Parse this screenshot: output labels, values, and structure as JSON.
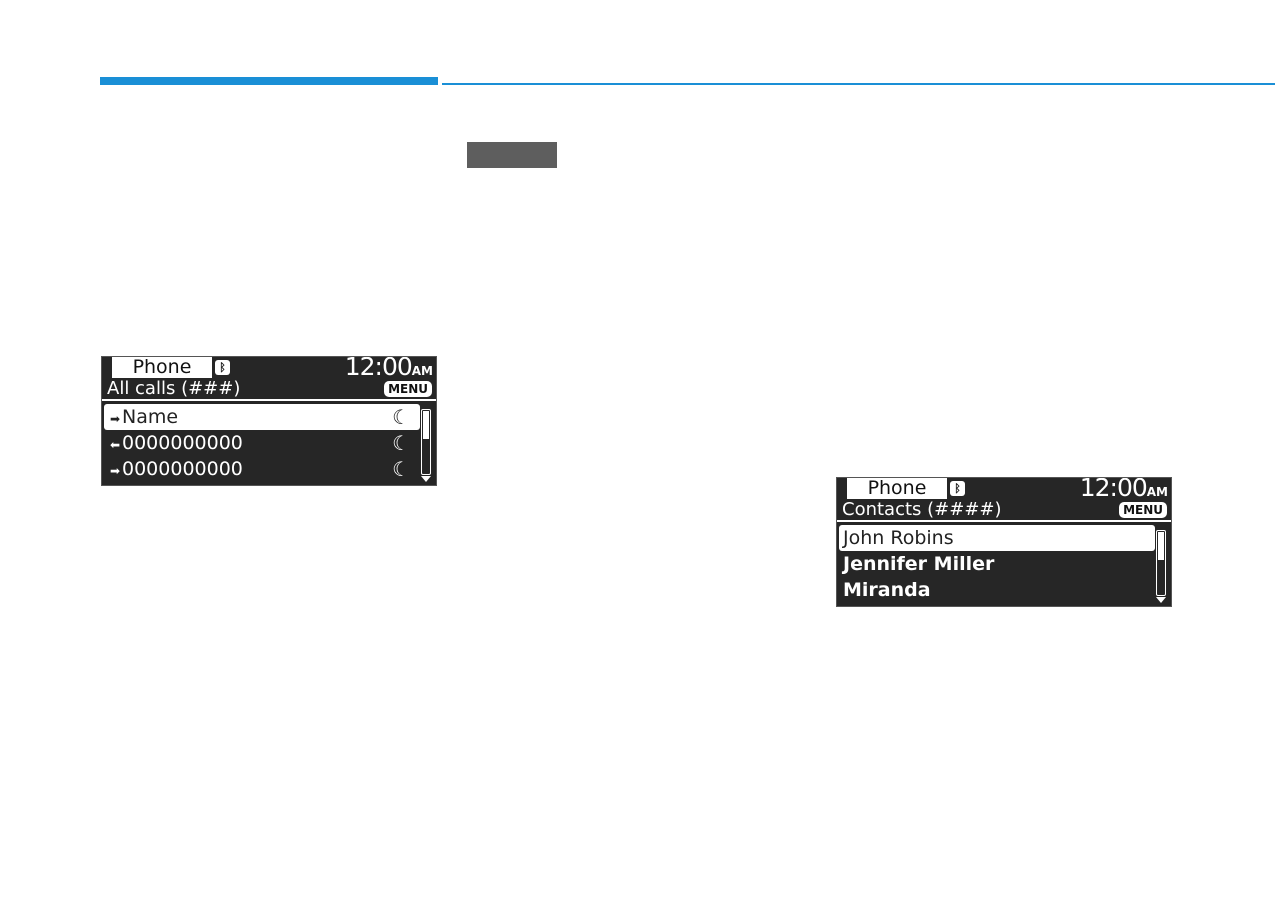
{
  "colors": {
    "accent": "#1a8fd6",
    "label_gray": "#5e5e5e",
    "screen_bg": "#262626"
  },
  "icons": {
    "bluetooth": "bluetooth-icon",
    "call": "phone-call-icon",
    "outgoing": "arrow-right-icon",
    "incoming": "arrow-left-icon"
  },
  "screens": [
    {
      "phone_tab": "Phone",
      "clock": "12:00",
      "ampm": "AM",
      "title": "All calls (###)",
      "menu_label": "MENU",
      "scroll_position": 0.0,
      "rows": [
        {
          "dir": "➡",
          "text": "Name",
          "call": "☏"
        },
        {
          "dir": "⬅",
          "text": "0000000000",
          "call": "☏"
        },
        {
          "dir": "➡",
          "text": "0000000000",
          "call": "☏"
        }
      ]
    },
    {
      "phone_tab": "Phone",
      "clock": "12:00",
      "ampm": "AM",
      "title": "Contacts (####)",
      "menu_label": "MENU",
      "scroll_position": 0.0,
      "rows": [
        {
          "text": "John Robins"
        },
        {
          "text": "Jennifer Miller"
        },
        {
          "text": "Miranda"
        }
      ]
    }
  ]
}
